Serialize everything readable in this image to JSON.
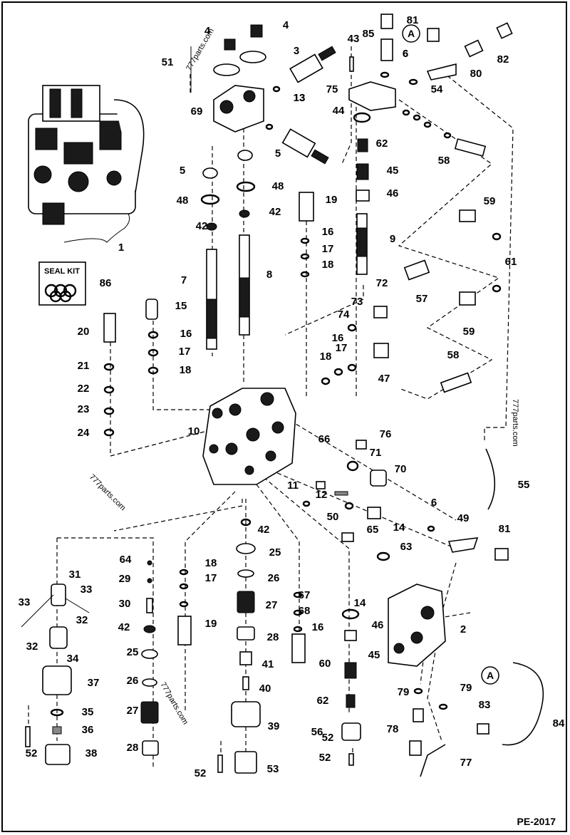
{
  "diagram": {
    "page_code": "PE-2017",
    "seal_kit_label": "SEAL KIT",
    "connector_ref": "A",
    "watermarks": [
      "777parts.com",
      "777parts.com",
      "777parts.com",
      "777parts.com"
    ],
    "callouts": [
      "1",
      "2",
      "3",
      "4",
      "4",
      "5",
      "5",
      "6",
      "6",
      "6",
      "7",
      "8",
      "9",
      "10",
      "11",
      "12",
      "13",
      "13",
      "14",
      "14",
      "15",
      "16",
      "16",
      "16",
      "16",
      "17",
      "17",
      "17",
      "17",
      "18",
      "18",
      "18",
      "18",
      "19",
      "19",
      "20",
      "21",
      "22",
      "23",
      "24",
      "25",
      "25",
      "26",
      "26",
      "27",
      "27",
      "28",
      "28",
      "29",
      "30",
      "31",
      "32",
      "32",
      "33",
      "33",
      "34",
      "35",
      "36",
      "37",
      "38",
      "39",
      "40",
      "41",
      "42",
      "42",
      "42",
      "42",
      "43",
      "44",
      "45",
      "45",
      "46",
      "46",
      "47",
      "48",
      "48",
      "49",
      "50",
      "51",
      "52",
      "52",
      "52",
      "52",
      "53",
      "54",
      "55",
      "56",
      "57",
      "58",
      "58",
      "59",
      "59",
      "60",
      "61",
      "62",
      "62",
      "63",
      "64",
      "65",
      "66",
      "67",
      "68",
      "69",
      "70",
      "71",
      "72",
      "73",
      "74",
      "75",
      "76",
      "77",
      "78",
      "79",
      "79",
      "80",
      "81",
      "81",
      "82",
      "83",
      "84",
      "85",
      "86"
    ]
  }
}
